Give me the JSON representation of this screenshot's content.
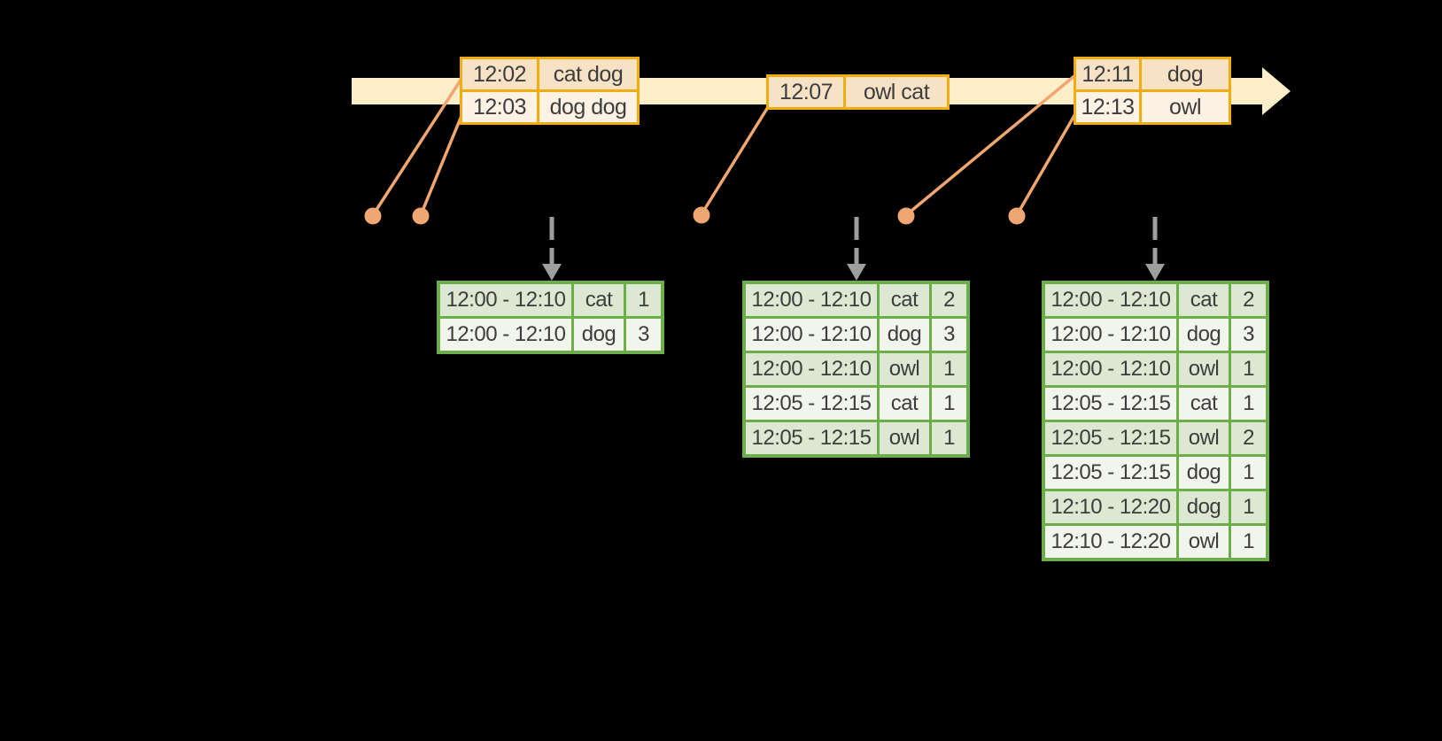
{
  "colors": {
    "background": "#000000",
    "timeline_band": "#fbeec9",
    "event_box_border": "#f0ad0e",
    "event_row_dark": "#f8e2c5",
    "event_row_light": "#fdf2e3",
    "connector_and_dots": "#efa671",
    "trigger_arrow_gray": "#9e9e9e",
    "table_border_green": "#6cae4a",
    "table_row_dark": "#dce8d1",
    "table_row_light": "#f1f5ec",
    "text": "#3d3d3d"
  },
  "timeline": {
    "event_groups": [
      {
        "rows": [
          [
            "12:02",
            "cat dog"
          ],
          [
            "12:03",
            "dog dog"
          ]
        ]
      },
      {
        "rows": [
          [
            "12:07",
            "owl cat"
          ]
        ]
      },
      {
        "rows": [
          [
            "12:11",
            "dog"
          ],
          [
            "12:13",
            "owl"
          ]
        ]
      }
    ]
  },
  "result_tables": [
    {
      "rows": [
        [
          "12:00 - 12:10",
          "cat",
          "1"
        ],
        [
          "12:00 - 12:10",
          "dog",
          "3"
        ]
      ]
    },
    {
      "rows": [
        [
          "12:00 - 12:10",
          "cat",
          "2"
        ],
        [
          "12:00 - 12:10",
          "dog",
          "3"
        ],
        [
          "12:00 - 12:10",
          "owl",
          "1"
        ],
        [
          "12:05 - 12:15",
          "cat",
          "1"
        ],
        [
          "12:05 - 12:15",
          "owl",
          "1"
        ]
      ]
    },
    {
      "rows": [
        [
          "12:00 - 12:10",
          "cat",
          "2"
        ],
        [
          "12:00 - 12:10",
          "dog",
          "3"
        ],
        [
          "12:00 - 12:10",
          "owl",
          "1"
        ],
        [
          "12:05 - 12:15",
          "cat",
          "1"
        ],
        [
          "12:05 - 12:15",
          "owl",
          "2"
        ],
        [
          "12:05 - 12:15",
          "dog",
          "1"
        ],
        [
          "12:10 - 12:20",
          "dog",
          "1"
        ],
        [
          "12:10 - 12:20",
          "owl",
          "1"
        ]
      ]
    }
  ]
}
